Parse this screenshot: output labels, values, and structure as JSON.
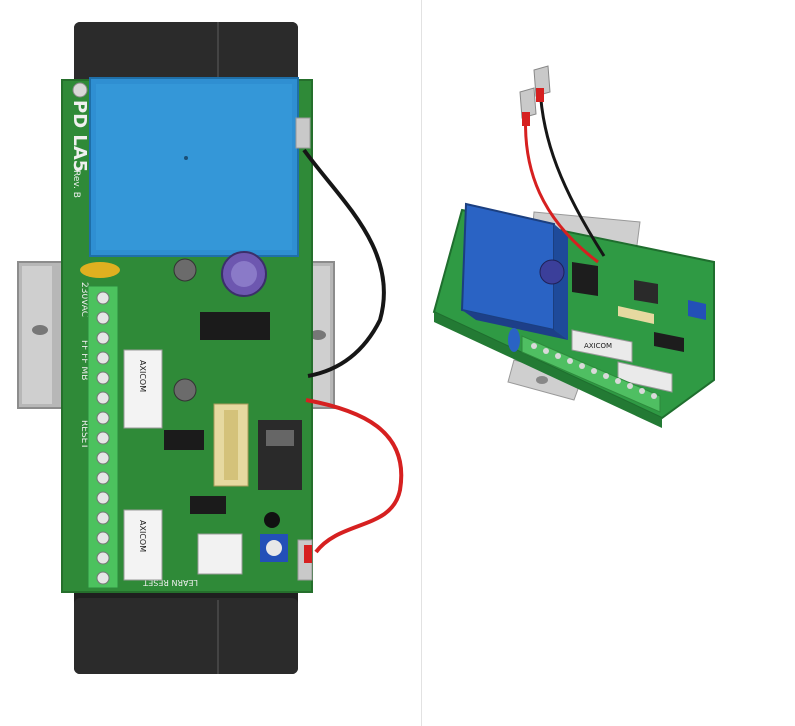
{
  "board_photo_front": {
    "silkscreen": {
      "model": "PD LA5",
      "revision": "Rev. B",
      "voltage": "230VAC",
      "terminal_labels": "FF FF MB",
      "reset_label": "RESET",
      "learn_reset": "LEARN RESET",
      "relay_brand": "AXICOM"
    },
    "colors": {
      "pcb": "#2f8a38",
      "transformer": "#2f8fd2",
      "battery": "#1f1f1f",
      "bracket": "#b9b9b9",
      "wire_red": "#d62020",
      "wire_black": "#161616"
    }
  },
  "board_photo_angled": {
    "relay_brand": "AXICOM",
    "colors": {
      "pcb": "#2f9a44",
      "transformer": "#2a63c4"
    }
  }
}
